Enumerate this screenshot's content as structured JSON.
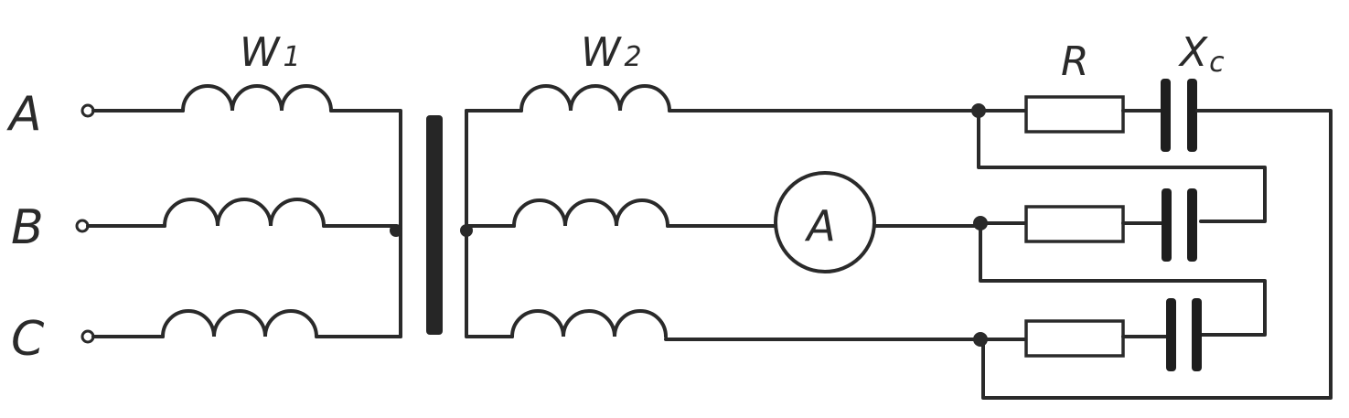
{
  "phases": [
    {
      "label": "A"
    },
    {
      "label": "B"
    },
    {
      "label": "C"
    }
  ],
  "primary_winding": {
    "label": "W",
    "subscript": "1"
  },
  "secondary_winding": {
    "label": "W",
    "subscript": "2"
  },
  "ammeter": {
    "label": "A"
  },
  "resistor": {
    "label": "R"
  },
  "capacitor": {
    "label": "X",
    "subscript": "c"
  },
  "colors": {
    "ink": "#2a2a2a",
    "background": "#ffffff"
  }
}
